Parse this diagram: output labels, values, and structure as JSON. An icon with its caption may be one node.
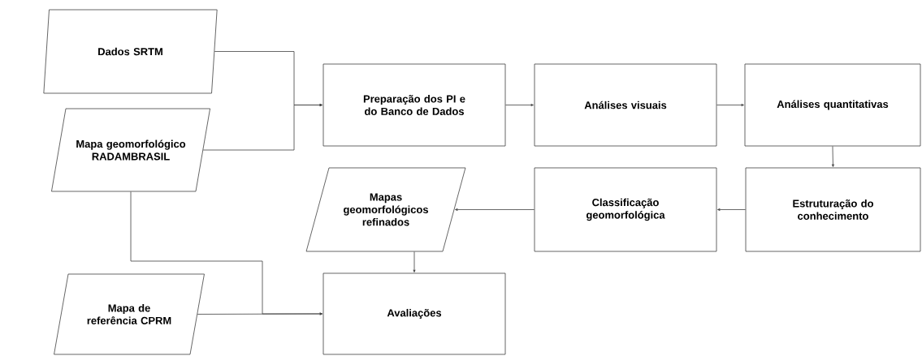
{
  "diagram": {
    "nodes": [
      {
        "text": [
          "Dados SRTM"
        ]
      },
      {
        "text": [
          "Mapa geomorfológico RADAMBRASIL"
        ]
      },
      {
        "text": [
          "Mapa de referência CPRM"
        ]
      },
      {
        "text": [
          "Preparação dos PI e do Banco de Dados"
        ]
      },
      {
        "text": [
          "Análises visuais"
        ]
      },
      {
        "text": [
          "Análises quantitativas"
        ]
      },
      {
        "text": [
          "Estruturação do conhecimento"
        ]
      },
      {
        "text": [
          "Classificação geomorfológica"
        ]
      },
      {
        "text": [
          "Mapas geomorfológicos refinados"
        ]
      },
      {
        "text": [
          "Avaliações"
        ]
      }
    ],
    "edges": [
      {
        "from": 0,
        "to": 3,
        "arrow": "to"
      },
      {
        "from": 1,
        "to": 3,
        "arrow": "to"
      },
      {
        "from": 3,
        "to": 4,
        "arrow": "to"
      },
      {
        "from": 4,
        "to": 5,
        "arrow": "to"
      },
      {
        "from": 5,
        "to": 6,
        "arrow": "to"
      },
      {
        "from": 6,
        "to": 7,
        "arrow": "to"
      },
      {
        "from": 7,
        "to": 8,
        "arrow": "to"
      },
      {
        "from": 8,
        "to": 9,
        "arrow": "to"
      },
      {
        "from": 1,
        "to": 9,
        "arrow": "to"
      },
      {
        "from": 2,
        "to": 9,
        "arrow": "to"
      }
    ]
  }
}
